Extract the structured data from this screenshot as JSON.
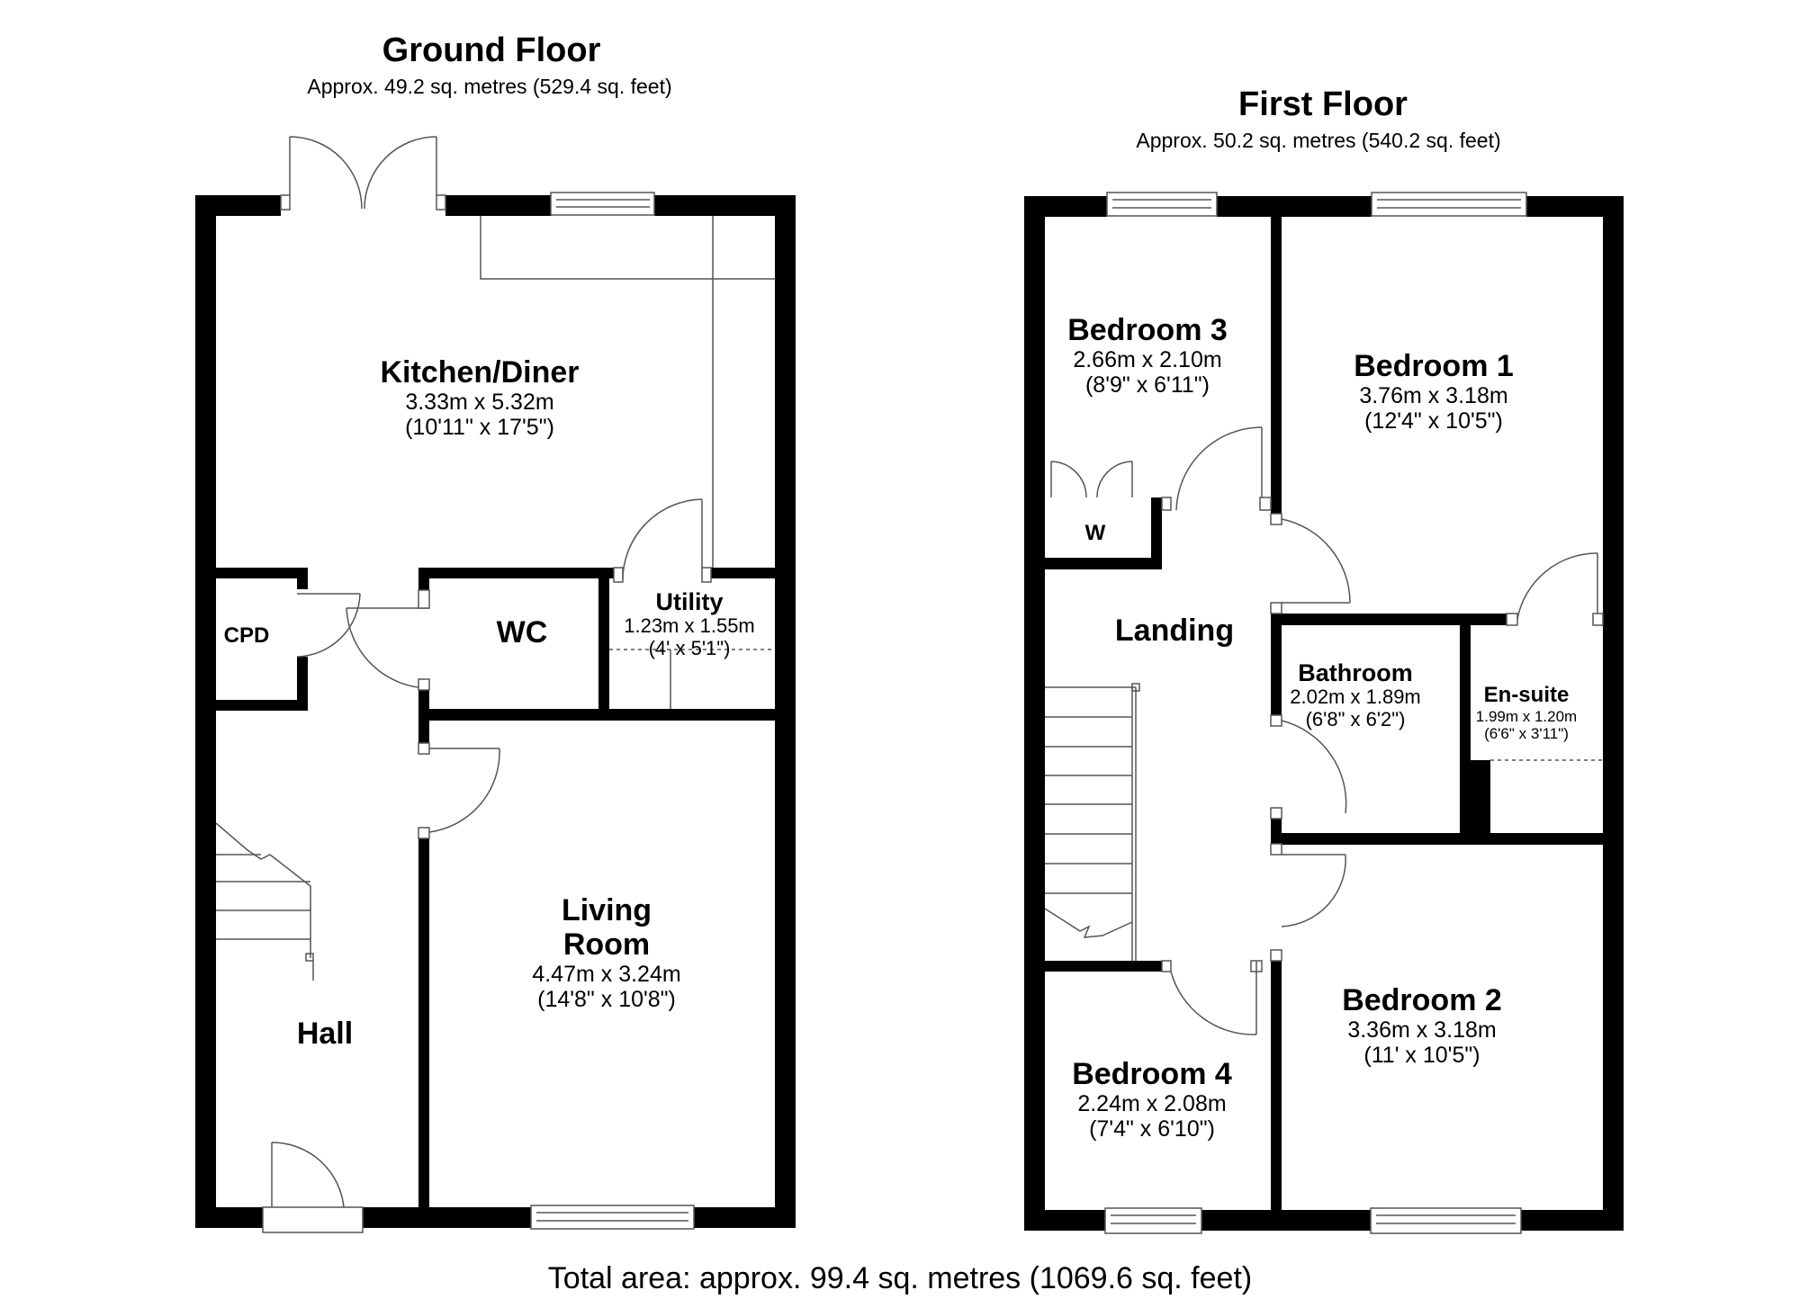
{
  "ground_floor": {
    "title": "Ground Floor",
    "area": "Approx. 49.2 sq. metres (529.4 sq. feet)",
    "rooms": {
      "kitchen": {
        "name": "Kitchen/Diner",
        "metric": "3.33m x 5.32m",
        "imperial": "(10'11\" x 17'5\")"
      },
      "cpd": {
        "name": "CPD"
      },
      "wc": {
        "name": "WC"
      },
      "utility": {
        "name": "Utility",
        "metric": "1.23m x 1.55m",
        "imperial": "(4' x 5'1\")"
      },
      "living": {
        "name_line1": "Living",
        "name_line2": "Room",
        "metric": "4.47m x 3.24m",
        "imperial": "(14'8\" x 10'8\")"
      },
      "hall": {
        "name": "Hall"
      }
    }
  },
  "first_floor": {
    "title": "First Floor",
    "area": "Approx. 50.2 sq. metres (540.2 sq. feet)",
    "rooms": {
      "bedroom3": {
        "name": "Bedroom 3",
        "metric": "2.66m x 2.10m",
        "imperial": "(8'9\" x 6'11\")"
      },
      "bedroom1": {
        "name": "Bedroom 1",
        "metric": "3.76m x 3.18m",
        "imperial": "(12'4\" x 10'5\")"
      },
      "wardrobe": {
        "name": "W"
      },
      "landing": {
        "name": "Landing"
      },
      "bathroom": {
        "name": "Bathroom",
        "metric": "2.02m x 1.89m",
        "imperial": "(6'8\" x 6'2\")"
      },
      "ensuite": {
        "name": "En-suite",
        "metric": "1.99m x 1.20m",
        "imperial": "(6'6\" x 3'11\")"
      },
      "bedroom4": {
        "name": "Bedroom 4",
        "metric": "2.24m x 2.08m",
        "imperial": "(7'4\" x 6'10\")"
      },
      "bedroom2": {
        "name": "Bedroom 2",
        "metric": "3.36m x 3.18m",
        "imperial": "(11' x 10'5\")"
      }
    }
  },
  "footer": {
    "total_area": "Total area: approx. 99.4 sq. metres (1069.6 sq. feet)"
  },
  "colors": {
    "wall": "#000000",
    "background": "#ffffff",
    "line": "#555555"
  }
}
